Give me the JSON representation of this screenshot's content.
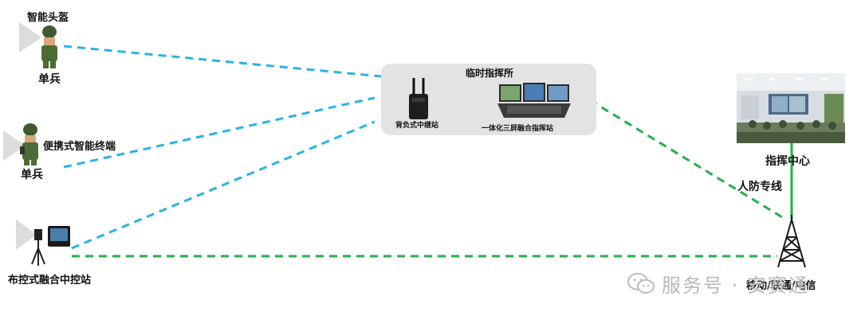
{
  "nodes": {
    "helmet_label": "智能头盔",
    "soldier1_label": "单兵",
    "terminal_label": "便携式智能终端",
    "soldier2_label": "单兵",
    "control_station_label": "布控式融合中控站",
    "temp_post_label": "临时指挥所",
    "relay_label": "背负式中继站",
    "fusion_station_label": "一体化三屏融合指挥站",
    "command_center_label": "指挥中心",
    "civil_defense_label": "人防专线",
    "carrier_label": "移动/联通/电信"
  },
  "watermark": {
    "text": "服务号 · 安赛通"
  },
  "colors": {
    "wireless_link": "#29b3e6",
    "wired_link": "#23b04a",
    "box_fill": "#e3e3e5"
  }
}
